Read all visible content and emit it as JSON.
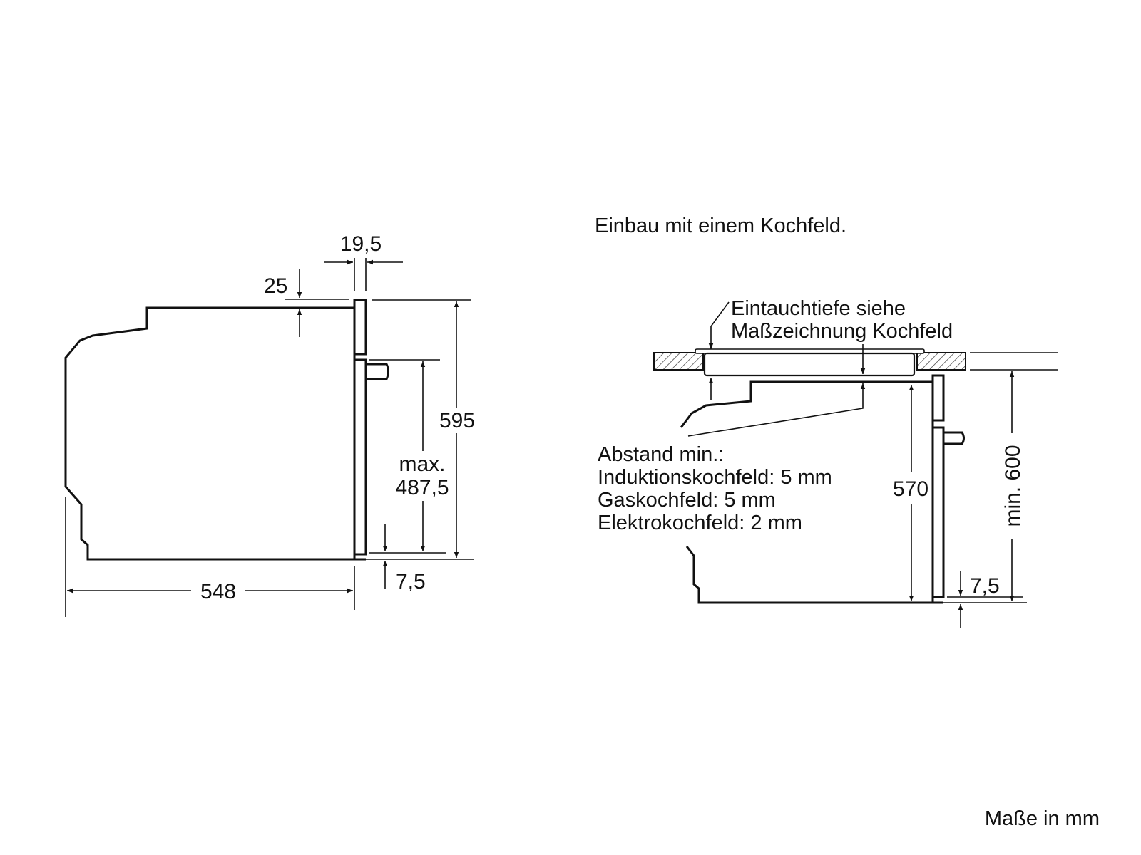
{
  "title": "Einbau mit einem Kochfeld.",
  "units_note": "Maße in mm",
  "side_view": {
    "dim_depth": "548",
    "dim_height": "595",
    "dim_top_offset": "25",
    "dim_front_panel": "19,5",
    "dim_max_label": "max.",
    "dim_max_value": "487,5",
    "dim_bottom": "7,5"
  },
  "install_view": {
    "hob_note_line1": "Eintauchtiefe siehe",
    "hob_note_line2": "Maßzeichnung Kochfeld",
    "distance_title": "Abstand min.:",
    "distance_lines": [
      "Induktionskochfeld: 5 mm",
      "Gaskochfeld: 5 mm",
      "Elektrokochfeld: 2 mm"
    ],
    "dim_height": "570",
    "dim_niche": "min. 600",
    "dim_bottom": "7,5"
  }
}
